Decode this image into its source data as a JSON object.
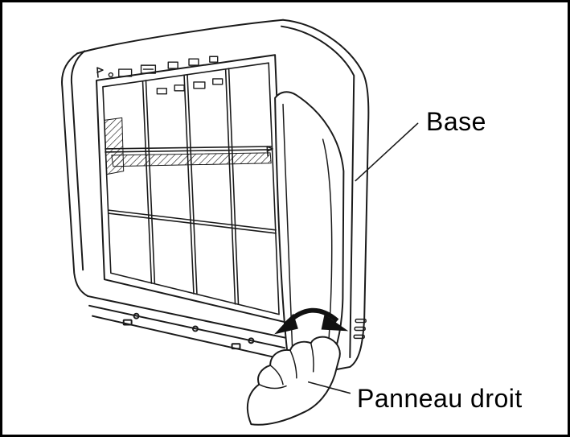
{
  "figure": {
    "type": "technical-illustration",
    "subject": "air-conditioner indoor unit with right panel being opened by hand",
    "labels": {
      "base": "Base",
      "right_panel": "Panneau droit"
    },
    "colors": {
      "line": "#1a1a1a",
      "background": "#ffffff",
      "border": "#000000"
    }
  }
}
